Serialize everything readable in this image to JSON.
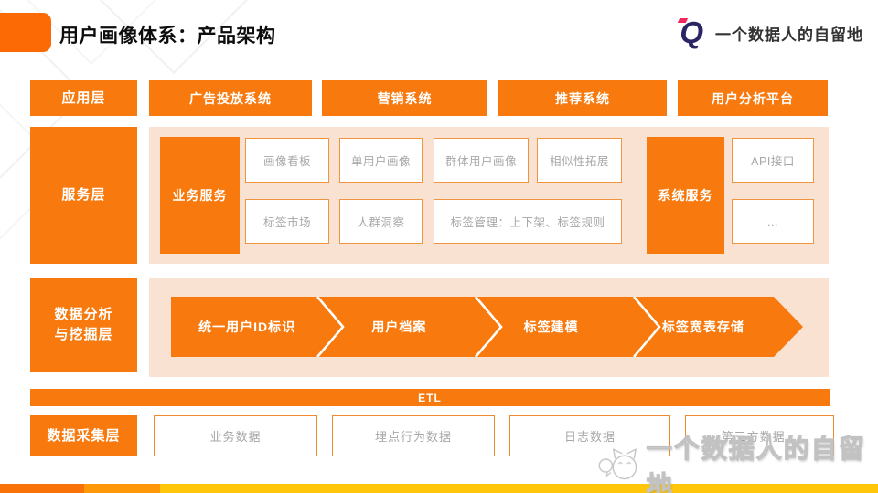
{
  "header": {
    "title": "用户画像体系：产品架构",
    "brand": {
      "logo_letter": "Q",
      "name": "一个数据人的自留地"
    }
  },
  "colors": {
    "orange": "#F8790D",
    "orange_deep": "#FB6A05",
    "peach_panel": "#FAE2D2",
    "box_border": "#F0943F",
    "gray_text": "#A8A8A8",
    "brand_navy": "#2A2664",
    "brand_red": "#F4275C",
    "footer_orange": "#F87208",
    "footer_mid_orange": "#FF9808",
    "footer_yellow": "#FFC60A"
  },
  "layers": {
    "application": {
      "label": "应用层",
      "items": [
        "广告投放系统",
        "营销系统",
        "推荐系统",
        "用户分析平台"
      ]
    },
    "service": {
      "label": "服务层",
      "business": {
        "label": "业务服务",
        "row1": [
          "画像看板",
          "单用户画像",
          "群体用户画像",
          "相似性拓展"
        ],
        "row2": [
          "标签市场",
          "人群洞察",
          "标签管理：上下架、标签规则"
        ]
      },
      "system": {
        "label": "系统服务",
        "row1": "API接口",
        "row2": "..."
      }
    },
    "analysis": {
      "label_line1": "数据分析",
      "label_line2": "与挖掘层",
      "steps": [
        "统一用户ID标识",
        "用户档案",
        "标签建模",
        "标签宽表存储"
      ]
    },
    "etl": {
      "label": "ETL"
    },
    "collection": {
      "label": "数据采集层",
      "items": [
        "业务数据",
        "埋点行为数据",
        "日志数据",
        "第三方数据..."
      ]
    }
  },
  "watermark": {
    "text": "一个数据人的自留地"
  }
}
